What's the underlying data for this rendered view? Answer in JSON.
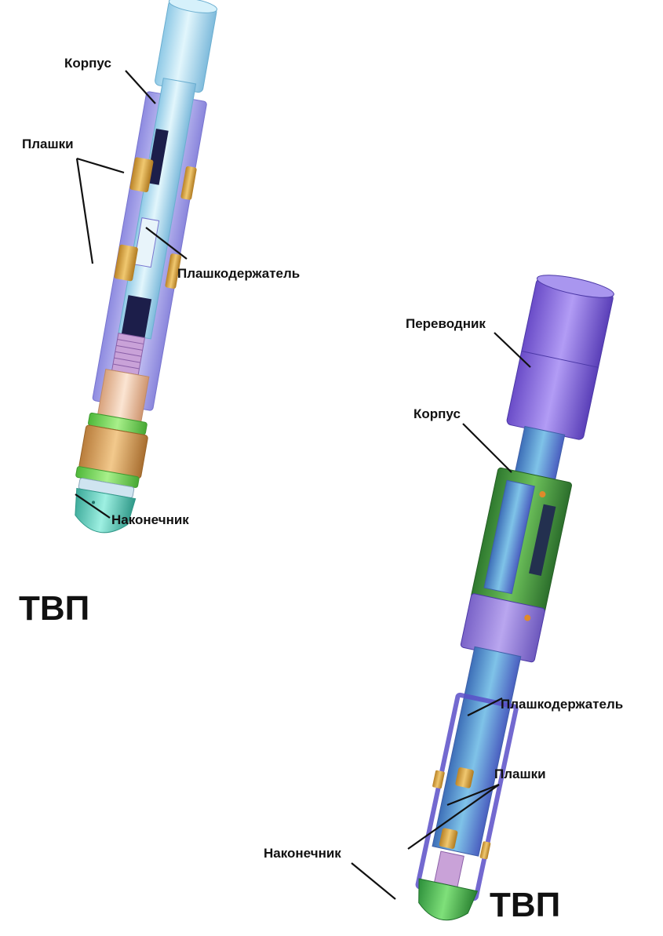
{
  "left_tool": {
    "title": "ТВП",
    "labels": {
      "body": "Корпус",
      "dies": "Плашки",
      "die_holder": "Плашкодержатель",
      "tip": "Наконечник"
    }
  },
  "right_tool": {
    "title": "ТВП",
    "labels": {
      "sub": "Переводник",
      "body": "Корпус",
      "die_holder": "Плашкодержатель",
      "dies": "Плашки",
      "tip": "Наконечник"
    }
  },
  "colors": {
    "body_light_blue": "#bfe6f5",
    "die_holder_lavender": "#b9b6f0",
    "dies_gold": "#d9a544",
    "tip_teal": "#5fd0c0",
    "collar_green": "#7ddc5a",
    "nut_peach": "#f0c9a8",
    "sub_purple": "#8f6fe0",
    "outer_green": "#3f9a3f",
    "shaft_blue": "#4a90c8"
  }
}
